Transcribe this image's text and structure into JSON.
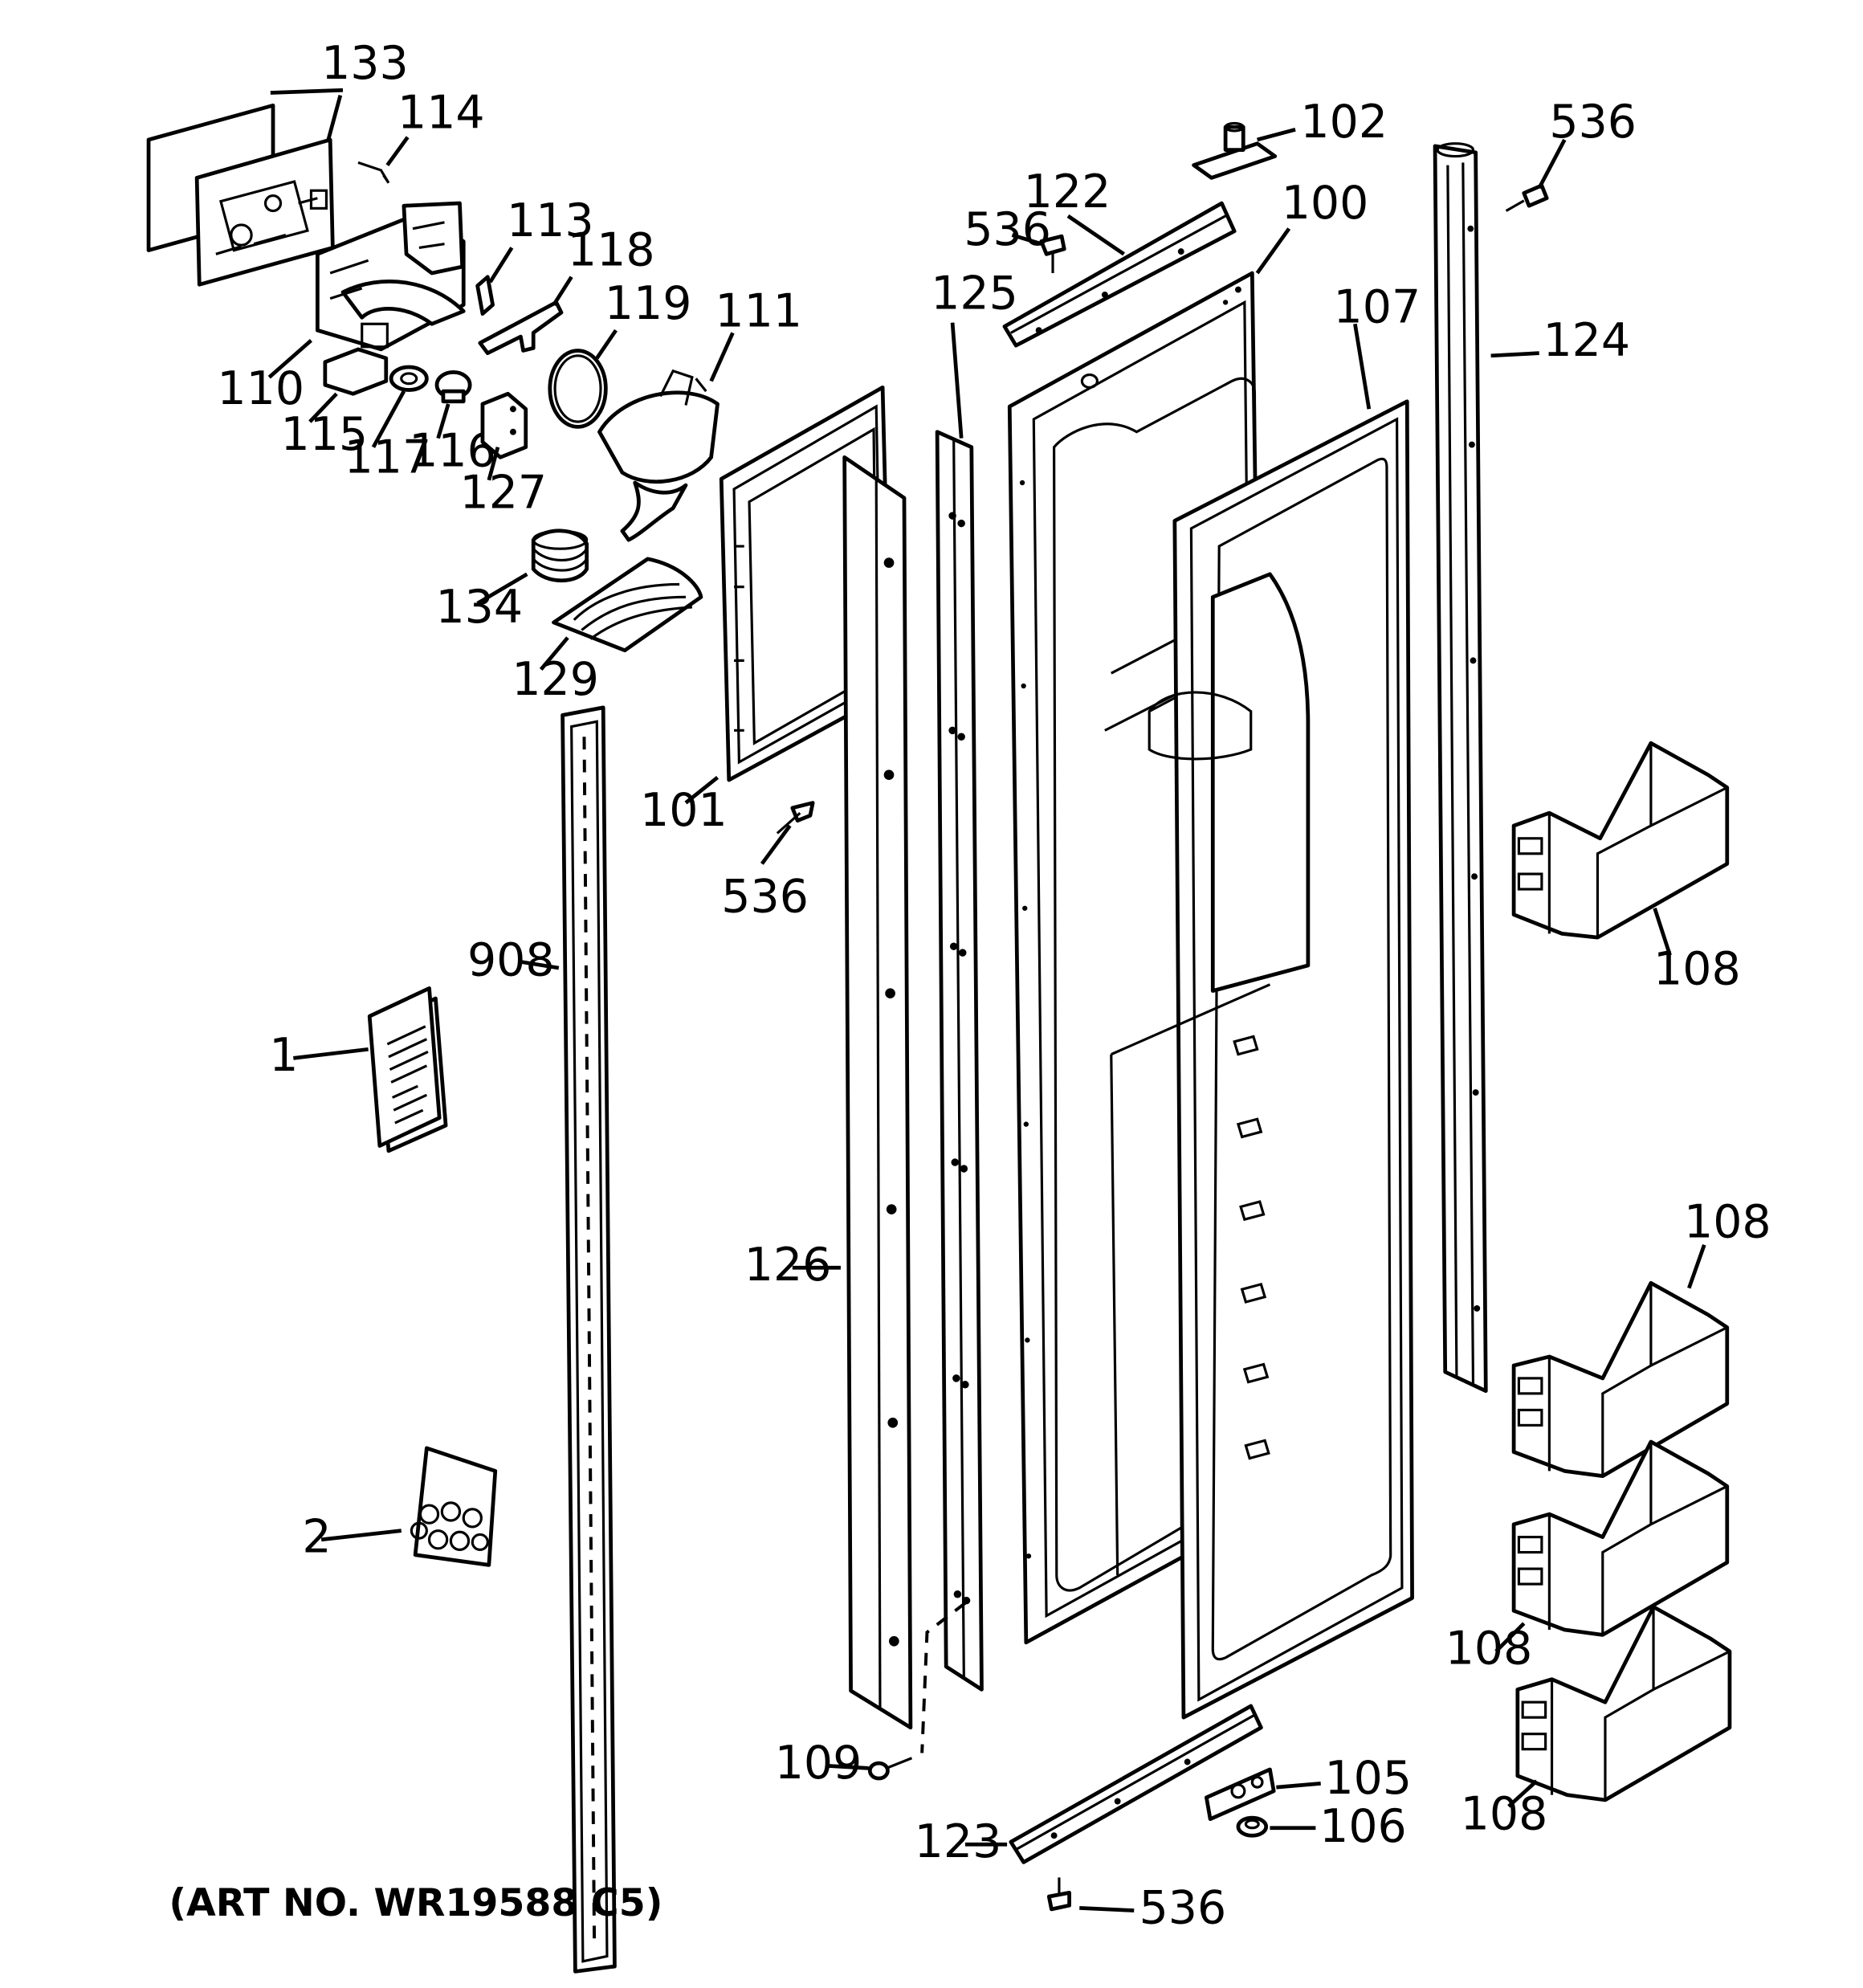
{
  "labels": {
    "l133": "133",
    "l114": "114",
    "l113": "113",
    "l118": "118",
    "l119": "119",
    "l111": "111",
    "l110": "110",
    "l115": "115",
    "l117": "117",
    "l116": "116",
    "l127": "127",
    "l134": "134",
    "l129": "129",
    "l125": "125",
    "l122": "122",
    "l536a": "536",
    "l102": "102",
    "l100": "100",
    "l107": "107",
    "l536b": "536",
    "l124": "124",
    "l101": "101",
    "l536c": "536",
    "l908": "908",
    "l108a": "108",
    "l1": "1",
    "l126": "126",
    "l108b": "108",
    "l2": "2",
    "l108c": "108",
    "l109": "109",
    "l105": "105",
    "l123": "123",
    "l106": "106",
    "l108d": "108",
    "l536d": "536"
  },
  "art_note": "(ART NO. WR19588 C5)"
}
